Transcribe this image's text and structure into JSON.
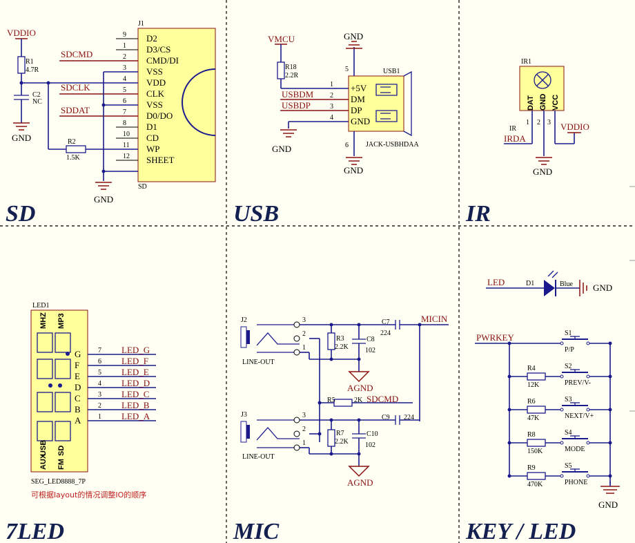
{
  "sections": {
    "sd": "SD",
    "usb": "USB",
    "ir": "IR",
    "led7": "7LED",
    "mic": "MIC",
    "key": "KEY / LED"
  },
  "sd": {
    "designator": "J1",
    "footer": "SD",
    "pins": [
      {
        "num": "9",
        "name": "D2"
      },
      {
        "num": "1",
        "name": "D3/CS"
      },
      {
        "num": "2",
        "name": "CMD/DI"
      },
      {
        "num": "3",
        "name": "VSS"
      },
      {
        "num": "4",
        "name": "VDD"
      },
      {
        "num": "5",
        "name": "CLK"
      },
      {
        "num": "6",
        "name": "VSS"
      },
      {
        "num": "7",
        "name": "D0/DO"
      },
      {
        "num": "8",
        "name": "D1"
      },
      {
        "num": "10",
        "name": "CD"
      },
      {
        "num": "11",
        "name": "WP"
      },
      {
        "num": "12",
        "name": "SHEET"
      }
    ],
    "nets": {
      "vddio": "VDDIO",
      "sdcmd": "SDCMD",
      "sdclk": "SDCLK",
      "sddat": "SDDAT",
      "gnd1": "GND",
      "gnd2": "GND"
    },
    "r1": {
      "ref": "R1",
      "val": "4.7R"
    },
    "c2": {
      "ref": "C2",
      "val": "NC"
    },
    "r2": {
      "ref": "R2",
      "val": "1.5K"
    }
  },
  "usb": {
    "designator": "USB1",
    "part": "JACK-USBHDAA",
    "pins": [
      {
        "num": "1",
        "name": "+5V"
      },
      {
        "num": "2",
        "name": "DM"
      },
      {
        "num": "3",
        "name": "DP"
      },
      {
        "num": "4",
        "name": "GND"
      }
    ],
    "pin5": "5",
    "pin6": "6",
    "nets": {
      "vmcu": "VMCU",
      "usbdm": "USBDM",
      "usbdp": "USBDP",
      "gnd_top": "GND",
      "gnd_left": "GND",
      "gnd_bot": "GND"
    },
    "r18": {
      "ref": "R18",
      "val": "2.2R"
    }
  },
  "ir": {
    "designator": "IR1",
    "pins": [
      "DAT",
      "GND",
      "VCC"
    ],
    "pinnums": [
      "1",
      "2",
      "3"
    ],
    "nets": {
      "ir": "IR",
      "irda": "IRDA",
      "vddio": "VDDIO",
      "gnd": "GND"
    }
  },
  "led7": {
    "designator": "LED1",
    "part": "SEG_LED8888_7P",
    "note": "可根据layout的情况调整IO的顺序",
    "top_labels": [
      "MHZ",
      "MP3"
    ],
    "bottom_labels": [
      "AUX",
      "USB",
      "SD",
      "FM"
    ],
    "pins": [
      {
        "seg": "G",
        "num": "7",
        "net": "LED_G"
      },
      {
        "seg": "F",
        "num": "6",
        "net": "LED_F"
      },
      {
        "seg": "E",
        "num": "5",
        "net": "LED_E"
      },
      {
        "seg": "D",
        "num": "4",
        "net": "LED_D"
      },
      {
        "seg": "C",
        "num": "3",
        "net": "LED_C"
      },
      {
        "seg": "B",
        "num": "2",
        "net": "LED_B"
      },
      {
        "seg": "A",
        "num": "1",
        "net": "LED_A"
      }
    ]
  },
  "mic": {
    "j2": {
      "ref": "J2",
      "label": "LINE-OUT"
    },
    "j3": {
      "ref": "J3",
      "label": "LINE-OUT"
    },
    "pins": [
      "3",
      "2",
      "1"
    ],
    "r3": {
      "ref": "R3",
      "val": "2.2K"
    },
    "c8": {
      "ref": "C8",
      "val": "102"
    },
    "c7": {
      "ref": "C7",
      "val": "224"
    },
    "r5": {
      "ref": "R5",
      "val": "2K"
    },
    "r7": {
      "ref": "R7",
      "val": "2.2K"
    },
    "c10": {
      "ref": "C10",
      "val": "102"
    },
    "c9": {
      "ref": "C9",
      "val": "224"
    },
    "nets": {
      "micin": "MICIN",
      "sdcmd": "SDCMD",
      "agnd1": "AGND",
      "agnd2": "AGND"
    }
  },
  "key": {
    "led": {
      "net": "LED",
      "ref": "D1",
      "val": "Blue",
      "gnd": "GND"
    },
    "pwrkey": "PWRKEY",
    "switches": [
      {
        "ref": "S1",
        "label": "P/P"
      },
      {
        "ref": "S2",
        "label": "PREV/V-"
      },
      {
        "ref": "S3",
        "label": "NEXT/V+"
      },
      {
        "ref": "S4",
        "label": "MODE"
      },
      {
        "ref": "S5",
        "label": "PHONE"
      }
    ],
    "resistors": [
      {
        "ref": "R4",
        "val": "12K"
      },
      {
        "ref": "R6",
        "val": "47K"
      },
      {
        "ref": "R8",
        "val": "150K"
      },
      {
        "ref": "R9",
        "val": "470K"
      }
    ],
    "gnd": "GND"
  }
}
